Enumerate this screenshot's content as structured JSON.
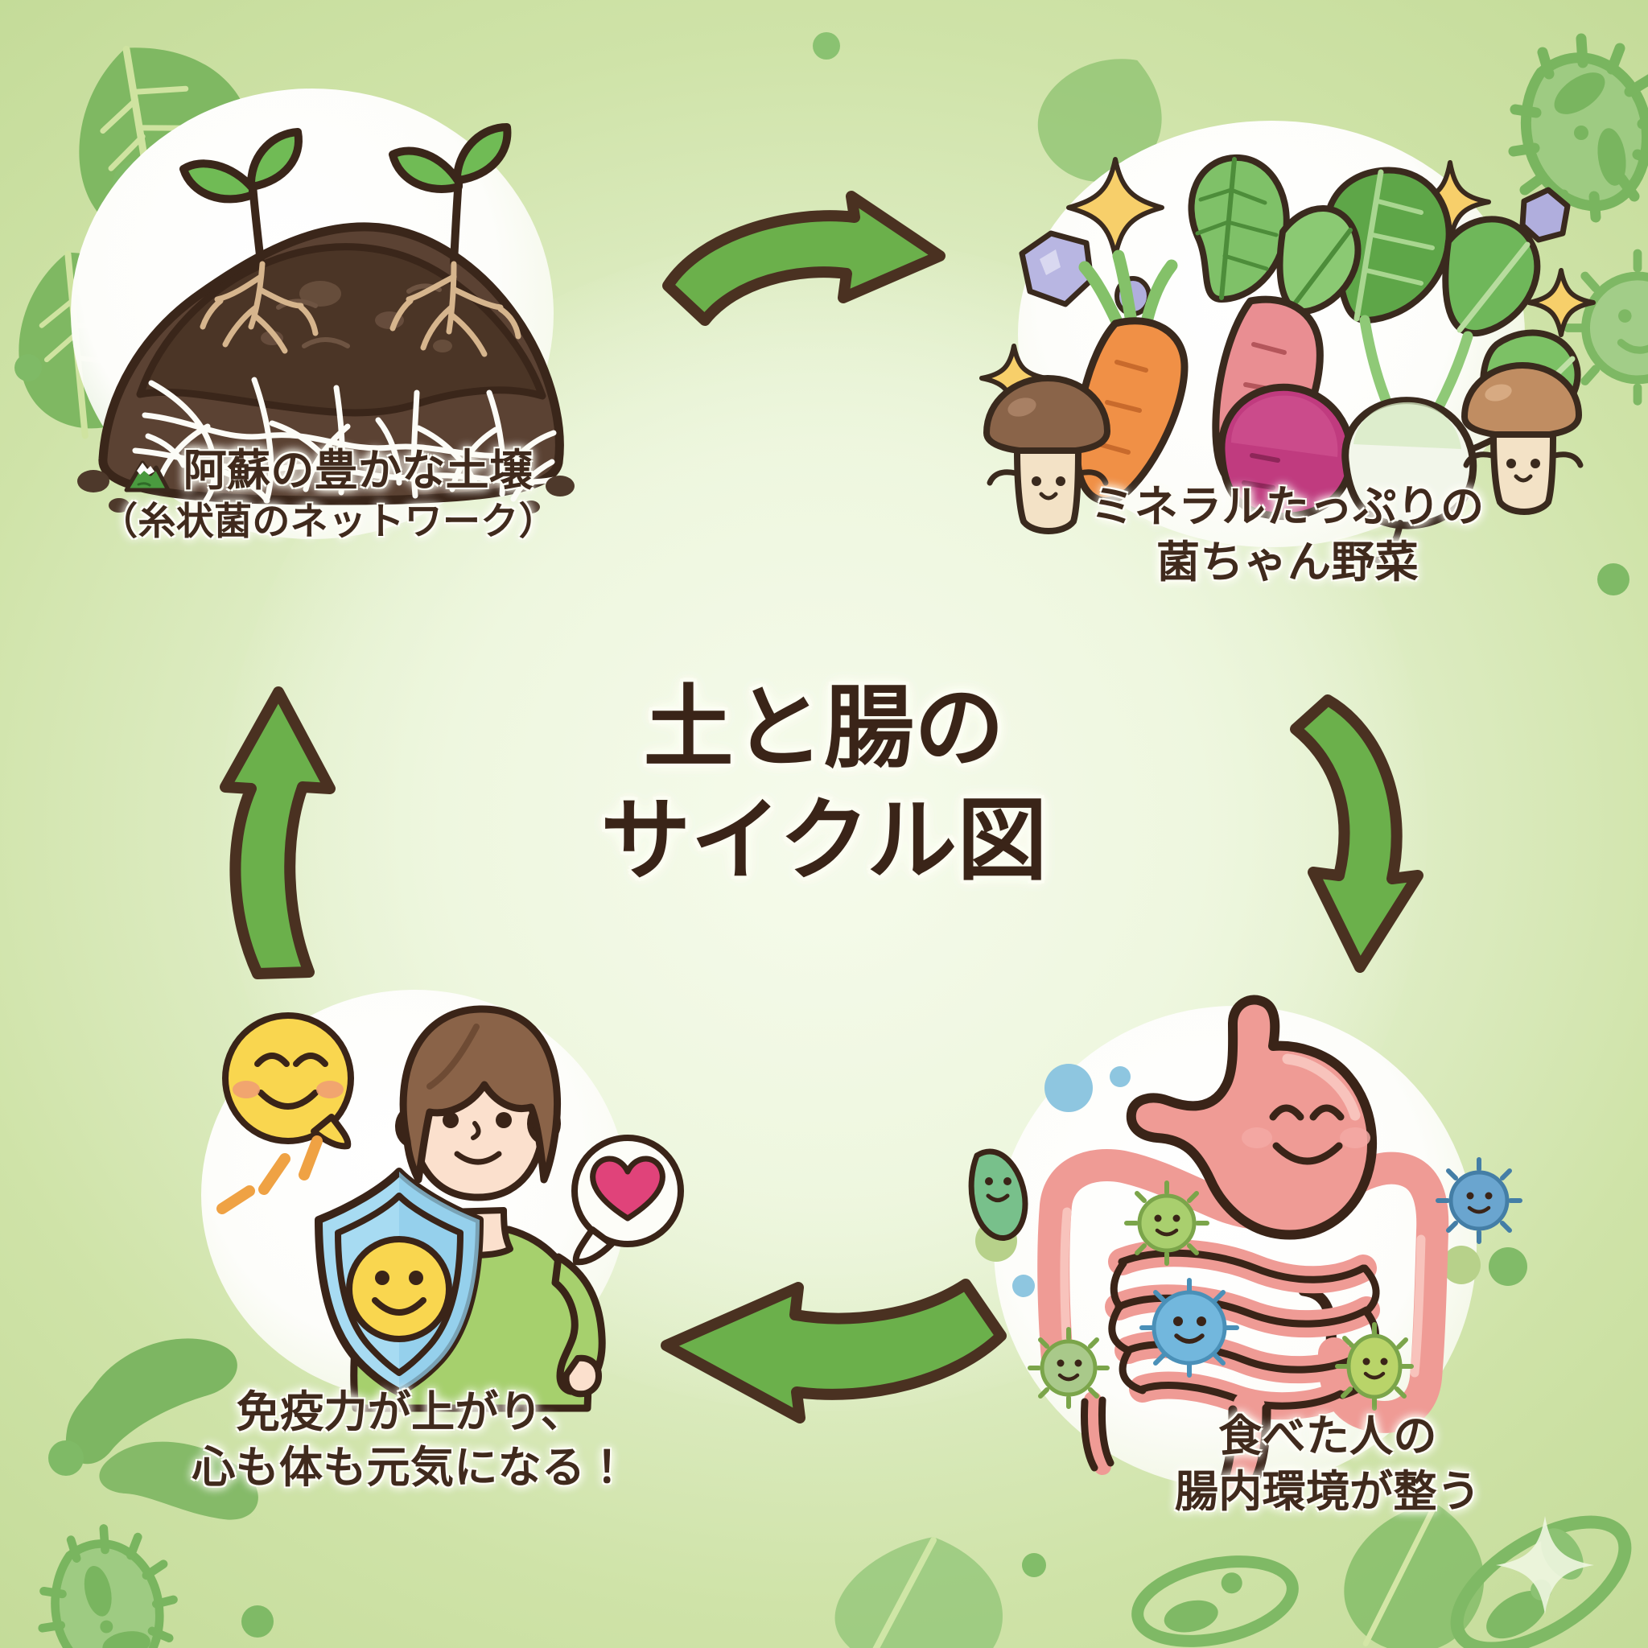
{
  "diagram": {
    "title_line1": "土と腸の",
    "title_line2": "サイクル図",
    "accent_green": "#6bb04b",
    "outline_brown": "#4a3121",
    "background_green": "#cfe3a8",
    "text_brown": "#402a1d"
  },
  "nodes": [
    {
      "id": "soil",
      "label_main": "阿蘇の豊かな土壌",
      "label_sub": "（糸状菌のネットワーク）",
      "icon": "mountain-icon",
      "illustration": "soil-mound-with-mycelium"
    },
    {
      "id": "vegetables",
      "label_main": "ミネラルたっぷりの",
      "label_sub": "菌ちゃん野菜",
      "icon": "",
      "illustration": "mineral-rich-vegetables"
    },
    {
      "id": "gut",
      "label_main": "食べた人の",
      "label_sub": "腸内環境が整う",
      "icon": "",
      "illustration": "digestive-system-with-good-bacteria"
    },
    {
      "id": "immunity",
      "label_main": "免疫力が上がり、",
      "label_sub": "心も体も元気になる！",
      "icon": "",
      "illustration": "happy-woman-with-immunity-shield"
    }
  ],
  "arrows": [
    {
      "id": "soil-to-vegetables",
      "direction": "right"
    },
    {
      "id": "vegetables-to-gut",
      "direction": "down"
    },
    {
      "id": "gut-to-immunity",
      "direction": "left"
    },
    {
      "id": "immunity-to-soil",
      "direction": "up"
    }
  ],
  "chart_data": {
    "type": "diagram",
    "title": "土と腸のサイクル図",
    "layout": "cycle",
    "nodes": [
      {
        "order": 1,
        "position": "top-left",
        "label": "阿蘇の豊かな土壌（糸状菌のネットワーク）"
      },
      {
        "order": 2,
        "position": "top-right",
        "label": "ミネラルたっぷりの菌ちゃん野菜"
      },
      {
        "order": 3,
        "position": "bottom-right",
        "label": "食べた人の腸内環境が整う"
      },
      {
        "order": 4,
        "position": "bottom-left",
        "label": "免疫力が上がり、心も体も元気になる！"
      }
    ],
    "edges": [
      {
        "from": "阿蘇の豊かな土壌",
        "to": "ミネラルたっぷりの菌ちゃん野菜",
        "direction": "right"
      },
      {
        "from": "ミネラルたっぷりの菌ちゃん野菜",
        "to": "食べた人の腸内環境が整う",
        "direction": "down"
      },
      {
        "from": "食べた人の腸内環境が整う",
        "to": "免疫力が上がり、心も体も元気になる！",
        "direction": "left"
      },
      {
        "from": "免疫力が上がり、心も体も元気になる！",
        "to": "阿蘇の豊かな土壌",
        "direction": "up"
      }
    ]
  }
}
